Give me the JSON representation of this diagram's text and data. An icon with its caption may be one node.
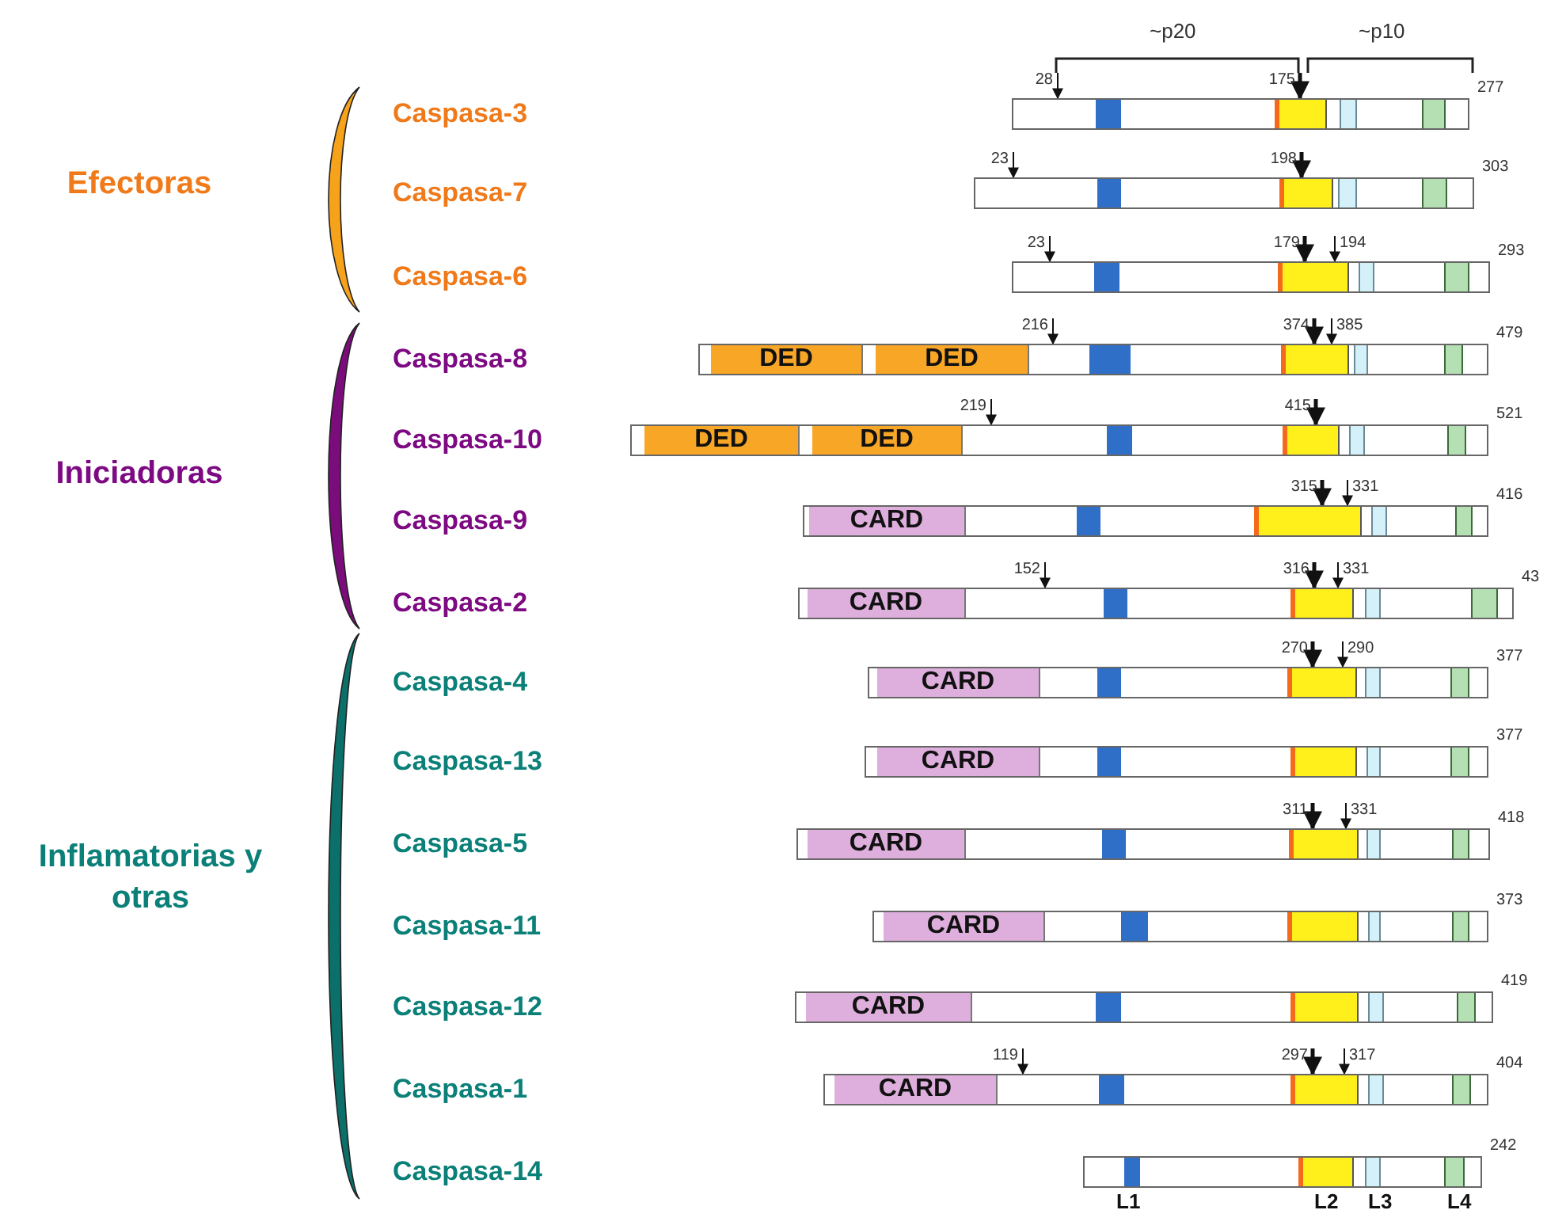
{
  "diagram": {
    "nodes": [
      {
        "text": [],
        "shape": "bar",
        "beside": [
          "277"
        ]
      },
      {
        "text": [],
        "shape": "bar",
        "beside": [
          "303"
        ]
      },
      {
        "text": [],
        "shape": "bar",
        "beside": [
          "293"
        ]
      },
      {
        "text": [],
        "shape": "bar",
        "beside": [
          "479"
        ]
      },
      {
        "text": [
          "DED"
        ],
        "in": 3
      },
      {
        "text": [
          "DED"
        ],
        "in": 3
      },
      {
        "text": [],
        "shape": "bar",
        "beside": [
          "521"
        ]
      },
      {
        "text": [
          "DED"
        ],
        "in": 6
      },
      {
        "text": [
          "DED"
        ],
        "in": 6
      },
      {
        "text": [],
        "shape": "bar",
        "beside": [
          "416"
        ]
      },
      {
        "text": [
          "CARD"
        ],
        "in": 9
      },
      {
        "text": [],
        "shape": "bar",
        "beside": [
          "43"
        ]
      },
      {
        "text": [
          "CARD"
        ],
        "in": 11
      },
      {
        "text": [],
        "shape": "bar",
        "beside": [
          "377"
        ]
      },
      {
        "text": [
          "CARD"
        ],
        "in": 13
      },
      {
        "text": [],
        "shape": "bar",
        "beside": [
          "377"
        ]
      },
      {
        "text": [
          "CARD"
        ],
        "in": 15
      },
      {
        "text": [],
        "shape": "bar",
        "beside": [
          "418"
        ]
      },
      {
        "text": [
          "CARD"
        ],
        "in": 17
      },
      {
        "text": [],
        "shape": "bar",
        "beside": [
          "373"
        ]
      },
      {
        "text": [
          "CARD"
        ],
        "in": 19
      },
      {
        "text": [],
        "shape": "bar",
        "beside": [
          "419"
        ]
      },
      {
        "text": [
          "CARD"
        ],
        "in": 21
      },
      {
        "text": [],
        "shape": "bar",
        "beside": [
          "404"
        ]
      },
      {
        "text": [
          "CARD"
        ],
        "in": 23
      },
      {
        "text": [],
        "shape": "bar",
        "beside": [
          "242"
        ]
      },
      {
        "text": [],
        "shape": "brace",
        "beside": [
          "Efectoras"
        ]
      },
      {
        "text": [],
        "shape": "brace",
        "beside": [
          "Iniciadoras"
        ]
      },
      {
        "text": [],
        "shape": "brace",
        "beside": [
          "Inflamatorias y otras"
        ]
      }
    ],
    "edges": [
      {
        "from": null,
        "to": 0,
        "arrow": "to",
        "label": "28"
      },
      {
        "from": null,
        "to": 0,
        "arrow": "to",
        "label": "175",
        "style": "thick"
      },
      {
        "from": null,
        "to": 1,
        "arrow": "to",
        "label": "23"
      },
      {
        "from": null,
        "to": 1,
        "arrow": "to",
        "label": "198",
        "style": "thick"
      },
      {
        "from": null,
        "to": 2,
        "arrow": "to",
        "label": "23"
      },
      {
        "from": null,
        "to": 2,
        "arrow": "to",
        "label": "179",
        "style": "thick"
      },
      {
        "from": null,
        "to": 2,
        "arrow": "to",
        "label": "194"
      },
      {
        "from": null,
        "to": 3,
        "arrow": "to",
        "label": "216"
      },
      {
        "from": null,
        "to": 3,
        "arrow": "to",
        "label": "374",
        "style": "thick"
      },
      {
        "from": null,
        "to": 3,
        "arrow": "to",
        "label": "385"
      },
      {
        "from": null,
        "to": 6,
        "arrow": "to",
        "label": "219"
      },
      {
        "from": null,
        "to": 6,
        "arrow": "to",
        "label": "415",
        "style": "thick"
      },
      {
        "from": null,
        "to": 9,
        "arrow": "to",
        "label": "315",
        "style": "thick"
      },
      {
        "from": null,
        "to": 9,
        "arrow": "to",
        "label": "331"
      },
      {
        "from": null,
        "to": 11,
        "arrow": "to",
        "label": "152"
      },
      {
        "from": null,
        "to": 11,
        "arrow": "to",
        "label": "316",
        "style": "thick"
      },
      {
        "from": null,
        "to": 11,
        "arrow": "to",
        "label": "331"
      },
      {
        "from": null,
        "to": 13,
        "arrow": "to",
        "label": "270",
        "style": "thick"
      },
      {
        "from": null,
        "to": 13,
        "arrow": "to",
        "label": "290"
      },
      {
        "from": null,
        "to": 17,
        "arrow": "to",
        "label": "311",
        "style": "thick"
      },
      {
        "from": null,
        "to": 17,
        "arrow": "to",
        "label": "331"
      },
      {
        "from": null,
        "to": 23,
        "arrow": "to",
        "label": "119"
      },
      {
        "from": null,
        "to": 23,
        "arrow": "to",
        "label": "297",
        "style": "thick"
      },
      {
        "from": null,
        "to": 23,
        "arrow": "to",
        "label": "317"
      }
    ],
    "labels": [
      "~p20",
      "~p10",
      "Caspasa-3",
      "Caspasa-7",
      "Caspasa-6",
      "Caspasa-8",
      "Caspasa-10",
      "Caspasa-9",
      "Caspasa-2",
      "Caspasa-4",
      "Caspasa-13",
      "Caspasa-5",
      "Caspasa-11",
      "Caspasa-12",
      "Caspasa-1",
      "Caspasa-14",
      "L1",
      "L2",
      "L3",
      "L4"
    ]
  }
}
